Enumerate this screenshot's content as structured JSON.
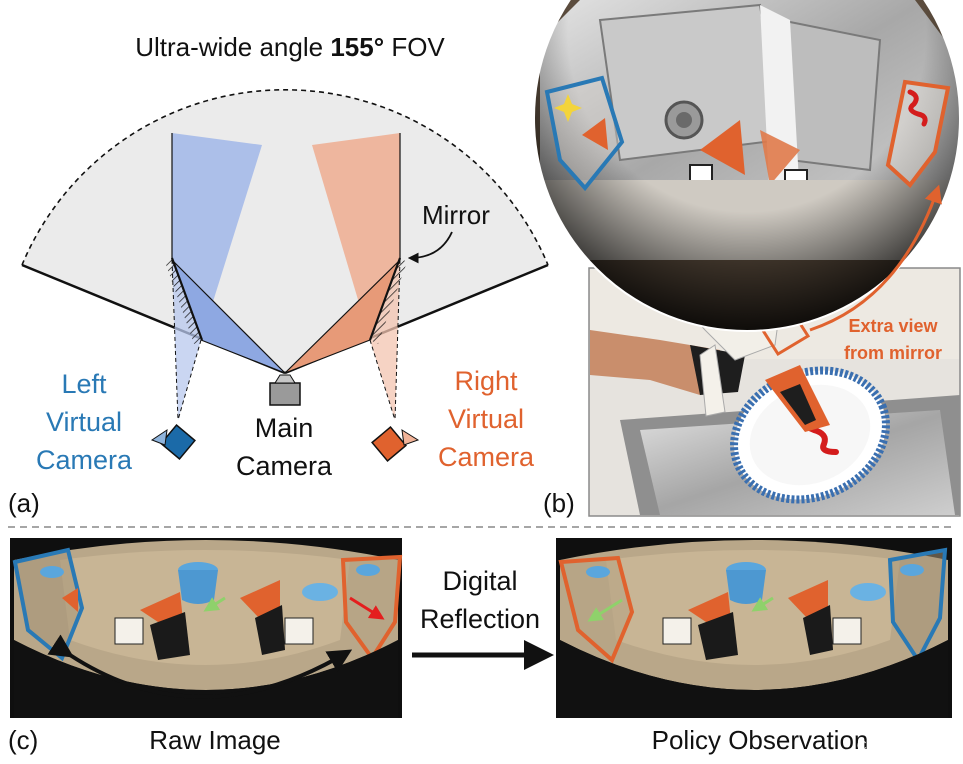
{
  "panel_a": {
    "title_prefix": "Ultra-wide angle ",
    "title_bold": "155°",
    "title_suffix": " FOV",
    "mirror_label": "Mirror",
    "left_camera_lines": [
      "Left",
      "Virtual",
      "Camera"
    ],
    "main_camera_lines": [
      "Main",
      "Camera"
    ],
    "right_camera_lines": [
      "Right",
      "Virtual",
      "Camera"
    ],
    "tag": "(a)",
    "colors": {
      "left": "#2979b5",
      "right": "#e0622e",
      "fov_fill": "#ebebeb"
    }
  },
  "panel_b": {
    "tag": "(b)",
    "extra_view_lines": [
      "Extra view",
      "from mirror"
    ]
  },
  "panel_c": {
    "tag": "(c)",
    "raw_label": "Raw Image",
    "policy_label": "Policy Observation",
    "arrow_label_lines": [
      "Digital",
      "Reflection"
    ],
    "watermark": "CSDN @虫虫jjjjj"
  }
}
